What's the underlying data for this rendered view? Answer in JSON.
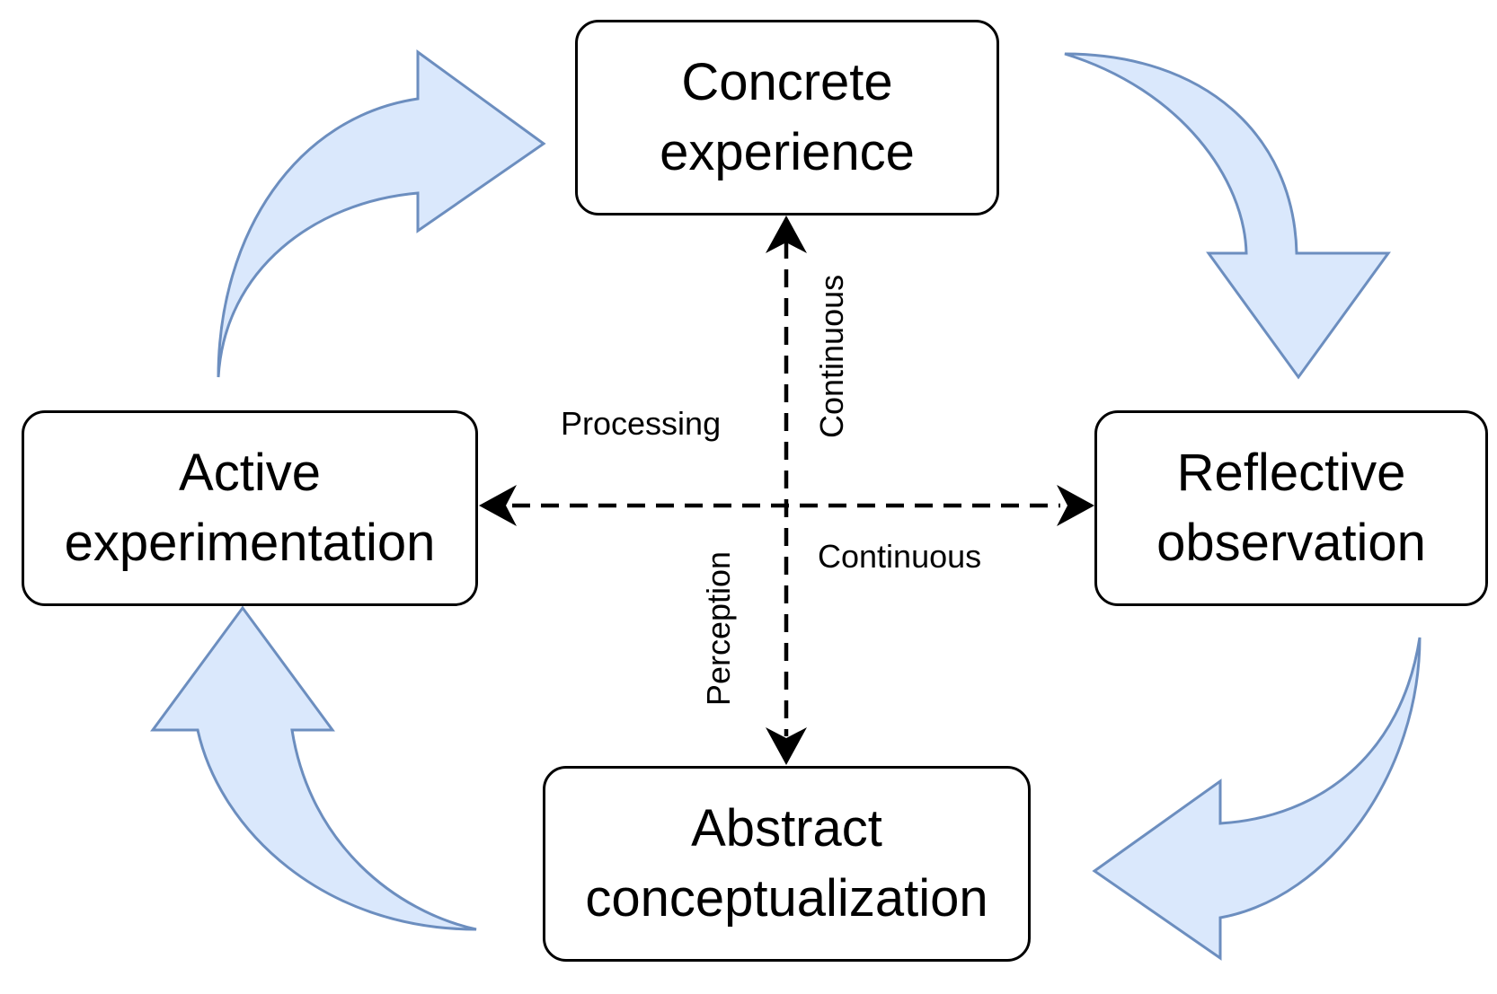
{
  "diagram": {
    "nodes": {
      "concrete_experience": {
        "line1": "Concrete",
        "line2": "experience"
      },
      "reflective_observation": {
        "line1": "Reflective",
        "line2": "observation"
      },
      "abstract_conceptualization": {
        "line1": "Abstract",
        "line2": "conceptualization"
      },
      "active_experimentation": {
        "line1": "Active",
        "line2": "experimentation"
      }
    },
    "axis_labels": {
      "processing": "Processing",
      "continuous_vertical": "Continuous",
      "continuous_horizontal": "Continuous",
      "perception": "Perception"
    },
    "colors": {
      "cycle_arrow_fill": "#dae8fc",
      "cycle_arrow_stroke": "#6c8ebf",
      "box_border": "#000000",
      "axis_line": "#000000"
    }
  }
}
